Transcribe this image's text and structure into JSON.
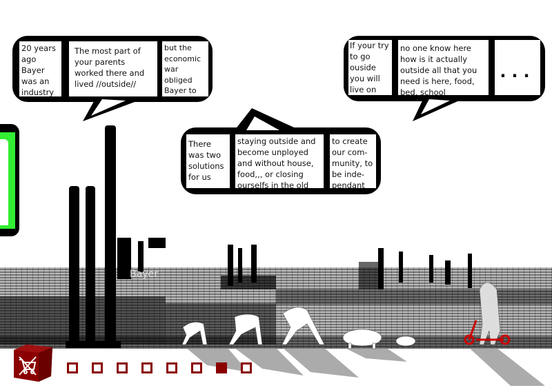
{
  "bubbles": [
    {
      "panels": [
        "20 years ago Bayer was an industry",
        "The most part of your parents worked there and lived //outside//",
        "but the economic war obliged Bayer to leave"
      ]
    },
    {
      "panels": [
        "There was two solutions for us",
        "staying outside and become unployed and without house, food,,, or closing ourselfs in the old site of Bayer",
        "to create our com-munity, to be inde-pendant"
      ]
    },
    {
      "panels": [
        "If your try to go ouside you will live on the misery",
        "no one know here how is it actually outside all that you need is here, food, bed, school",
        "..."
      ]
    }
  ],
  "background": {
    "sign_text": "Bayer"
  },
  "nav": {
    "page_count": 8,
    "active_page": 7,
    "logo_icon": "crossed-cart-cube-icon"
  },
  "colors": {
    "accent": "#8a0000",
    "green": "#33ee33"
  }
}
